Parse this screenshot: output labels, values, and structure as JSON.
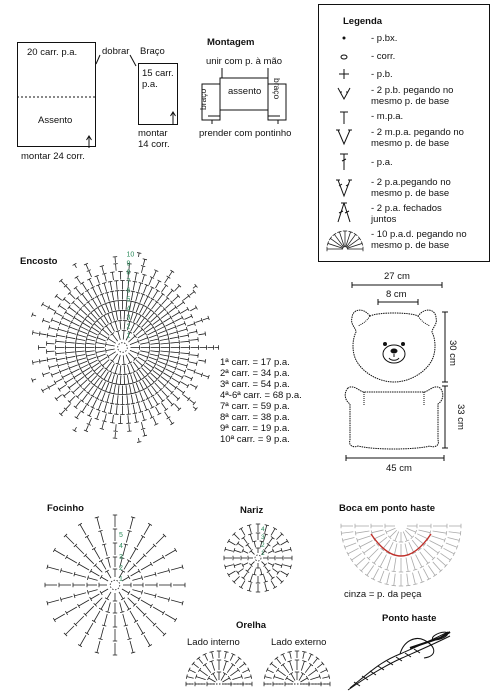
{
  "schematic": {
    "seat_back_label": "20 carr. p.a.",
    "fold_label": "dobrar",
    "arm_label": "Braço",
    "arm_rows": "15 carr. p.a.",
    "seat_label": "Assento",
    "seat_start": "montar 24 corr.",
    "arm_start": "montar\n14 corr.",
    "assembly_title": "Montagem",
    "assembly_join": "unir com p. à mão",
    "assembly_seat": "assento",
    "assembly_arm_left": "braço",
    "assembly_arm_right": "braço",
    "assembly_attach": "prender com pontinho"
  },
  "legend": {
    "title": "Legenda",
    "items": [
      {
        "icon": "dot-icon",
        "symbol": "•",
        "text": "- p.bx."
      },
      {
        "icon": "oval-icon",
        "symbol": "o",
        "text": "- corr."
      },
      {
        "icon": "plus-icon",
        "symbol": "+",
        "text": "- p.b."
      },
      {
        "icon": "double-sc-icon",
        "symbol": "V",
        "text": "- 2 p.b. pegando no\nmesmo p. de base"
      },
      {
        "icon": "hdc-icon",
        "symbol": "T",
        "text": "- m.p.a."
      },
      {
        "icon": "double-hdc-icon",
        "symbol": "V",
        "text": "- 2 m.p.a. pegando no\nmesmo p. de base"
      },
      {
        "icon": "dc-icon",
        "symbol": "T",
        "text": "- p.a."
      },
      {
        "icon": "double-dc-icon",
        "symbol": "V",
        "text": "- 2 p.a.pegando no\nmesmo p. de base"
      },
      {
        "icon": "dc2tog-icon",
        "symbol": "A",
        "text": "- 2 p.a. fechados\njuntos"
      },
      {
        "icon": "fan-icon",
        "symbol": "fan",
        "text": "- 10 p.a.d. pegando no\nmesmo p. de base"
      }
    ]
  },
  "back": {
    "title": "Encosto",
    "rows": [
      "1ª carr. = 17 p.a.",
      "2ª carr. = 34 p.a.",
      "3ª carr. = 54 p.a.",
      "4ª-6ª carr. = 68 p.a.",
      "7ª carr. = 59 p.a.",
      "8ª carr. = 38 p.a.",
      "9ª carr. = 19 p.a.",
      "10ª carr. = 9 p.a."
    ],
    "row_numbers": [
      "1",
      "2",
      "3",
      "4",
      "5",
      "6",
      "7",
      "8",
      "9",
      "10"
    ]
  },
  "bear": {
    "width_total": "27 cm",
    "width_top": "8 cm",
    "height_head": "30 cm",
    "height_body": "33 cm",
    "width_bottom": "45 cm"
  },
  "snout": {
    "title": "Focinho",
    "row_numbers": [
      "1",
      "2",
      "3",
      "4",
      "5"
    ]
  },
  "nose": {
    "title": "Nariz",
    "row_numbers": [
      "1",
      "2",
      "3",
      "4"
    ]
  },
  "mouth": {
    "title": "Boca em ponto haste",
    "note": "cinza = p. da peça"
  },
  "ear": {
    "title": "Orelha",
    "inner": "Lado interno",
    "outer": "Lado externo"
  },
  "stem_stitch": {
    "title": "Ponto  haste"
  }
}
